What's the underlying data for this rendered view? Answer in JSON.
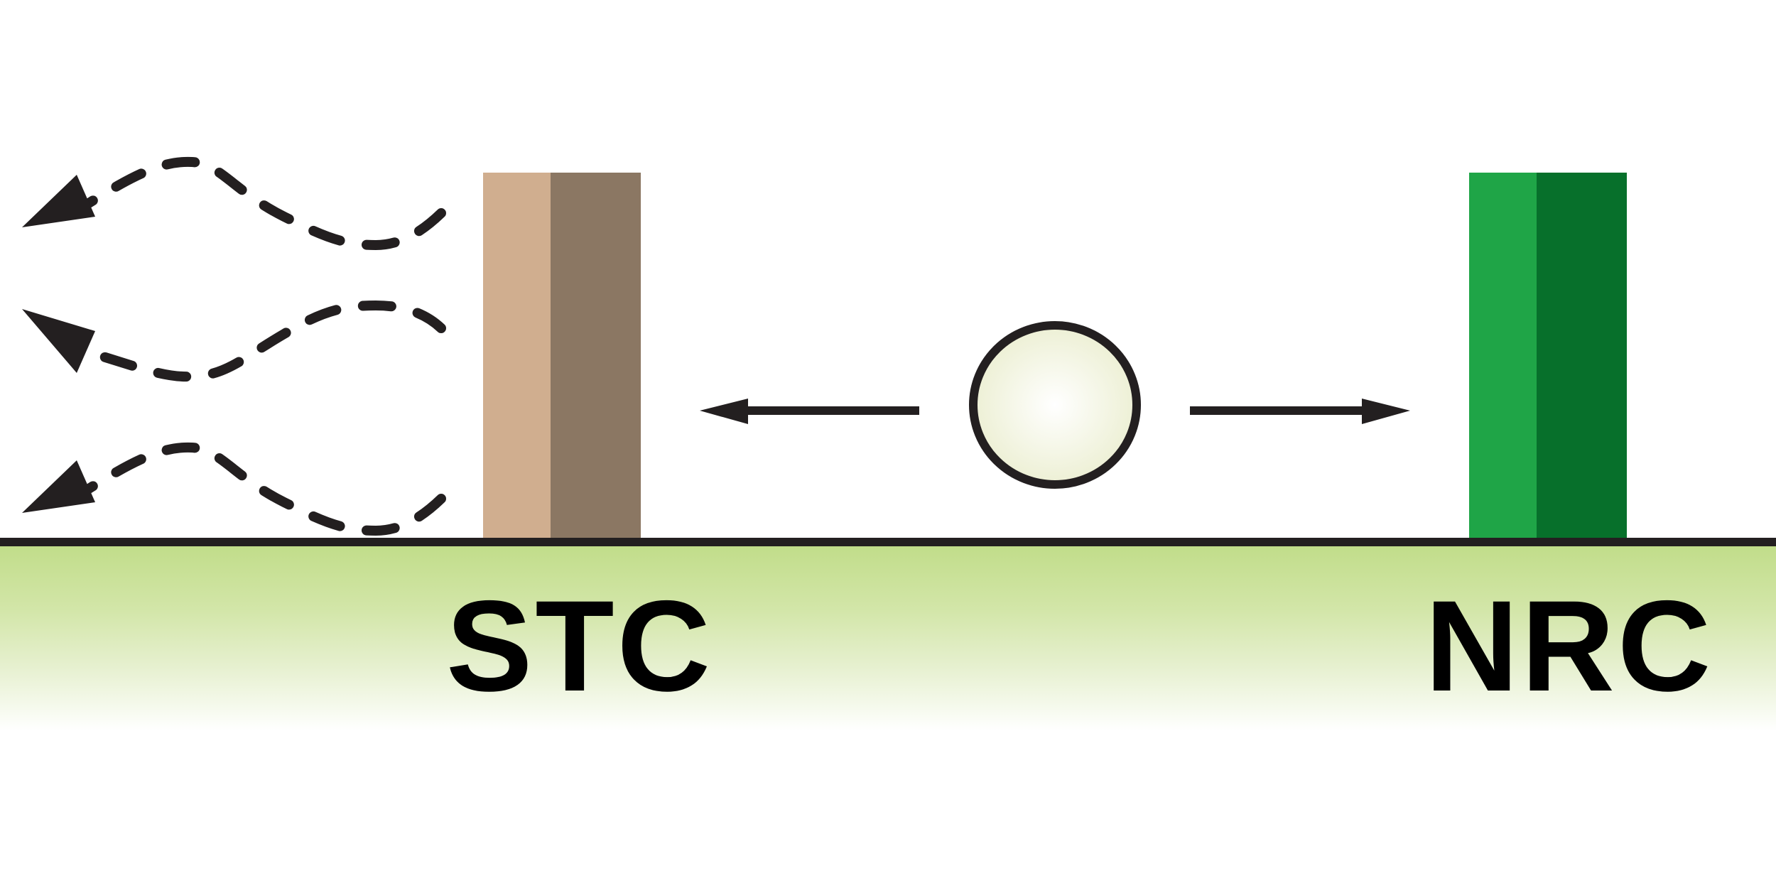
{
  "diagram": {
    "labels": {
      "left_cell": "STC",
      "right_cell": "NRC"
    },
    "colors": {
      "stc_light": "#d0ae8f",
      "stc_dark": "#8b7763",
      "nrc_light": "#1fa547",
      "nrc_dark": "#07702b",
      "ground_top": "#c1dd8a",
      "line": "#231f20",
      "particle_fill_center": "#ffffff",
      "particle_fill_edge": "#ebeed0"
    },
    "elements": {
      "central_particle": "circle",
      "arrow_to_stc": "solid arrow pointing left",
      "arrow_to_nrc": "solid arrow pointing right",
      "dispersal_arrows": [
        "dashed curved arrow (up-left)",
        "dashed curved arrow (left)",
        "dashed curved arrow (down-left)"
      ]
    }
  }
}
